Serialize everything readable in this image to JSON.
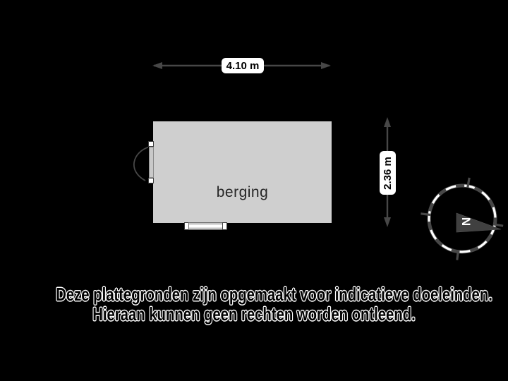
{
  "room": {
    "label": "berging"
  },
  "dimensions": {
    "width": "4.10 m",
    "height": "2.36 m"
  },
  "compass": {
    "north": "N"
  },
  "disclaimer": {
    "line1": "Deze plattegronden zijn opgemaakt voor indicatieve doeleinden.",
    "line2": "Hieraan kunnen geen rechten worden ontleend."
  },
  "colors": {
    "background": "#000000",
    "wall": "#000000",
    "floor": "#cfcfcf",
    "linework": "#474747",
    "label_background": "#ffffff",
    "label_text": "#000000",
    "compass_needle": "#404040",
    "compass_dash": "#ffffff"
  }
}
